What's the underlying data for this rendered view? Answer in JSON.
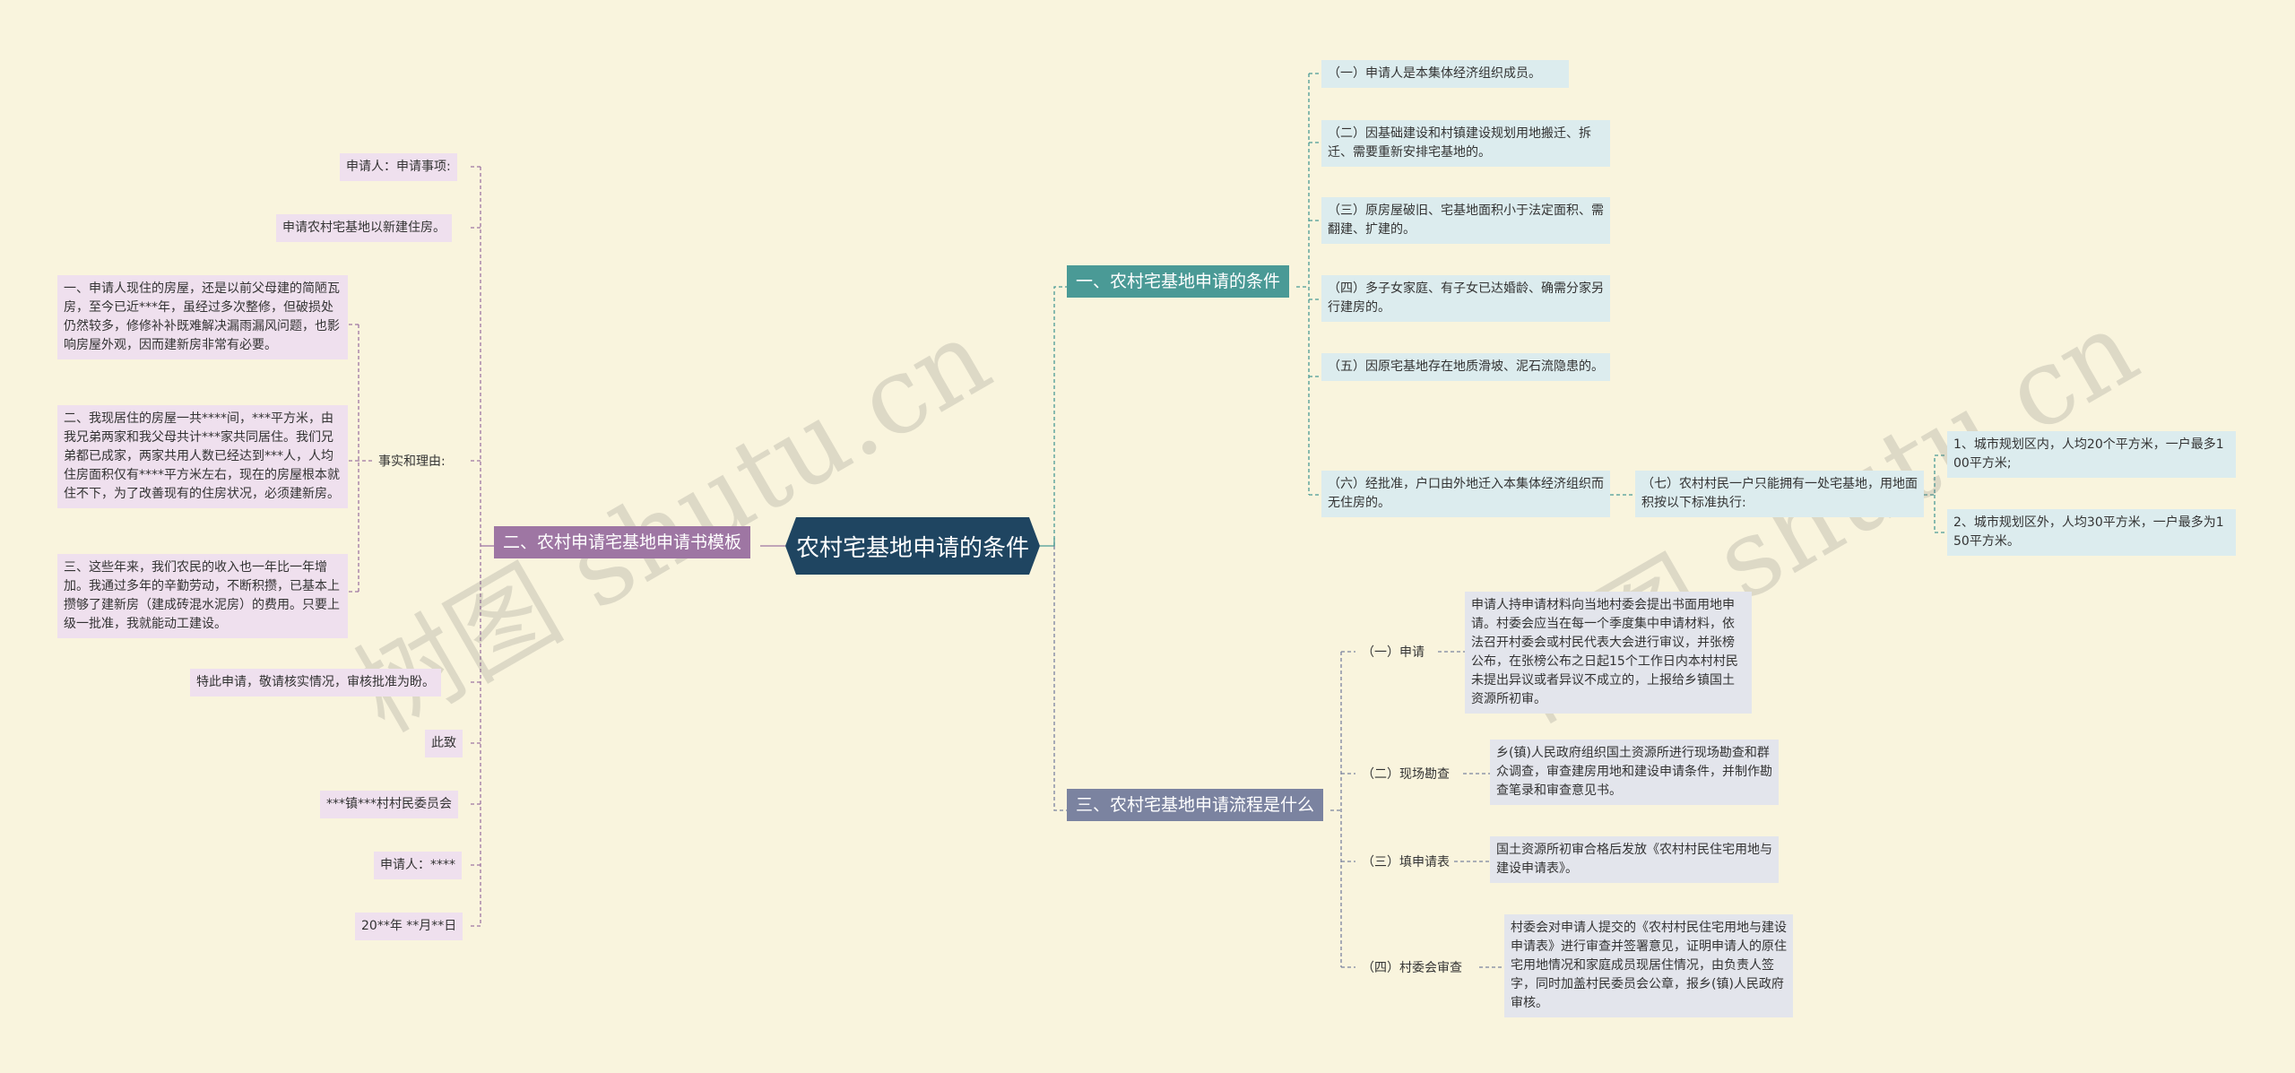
{
  "root": {
    "title": "农村宅基地申请的条件"
  },
  "branches": {
    "template": {
      "label": "二、农村申请宅基地申请书模板",
      "color": "#9e76a3",
      "items": [
        "申请人：申请事项:",
        "申请农村宅基地以新建住房。",
        "事实和理由:",
        "特此申请，敬请核实情况，审核批准为盼。",
        "此致",
        "***镇***村村民委员会",
        "申请人：****",
        "20**年 **月**日"
      ],
      "facts": [
        "一、申请人现住的房屋，还是以前父母建的简陋瓦房，至今已近***年，虽经过多次整修，但破损处仍然较多，修修补补既难解决漏雨漏风问题，也影响房屋外观，因而建新房非常有必要。",
        "二、我现居住的房屋一共****间，***平方米，由我兄弟两家和我父母共计***家共同居住。我们兄弟都已成家，两家共用人数已经达到***人，人均住房面积仅有****平方米左右，现在的房屋根本就住不下，为了改善现有的住房状况，必须建新房。",
        "三、这些年来，我们农民的收入也一年比一年增加。我通过多年的辛勤劳动，不断积攒，已基本上攒够了建新房（建成砖混水泥房）的费用。只要上级一批准，我就能动工建设。"
      ]
    },
    "conditions": {
      "label": "一、农村宅基地申请的条件",
      "color": "#4a9a96",
      "items": [
        "（一）申请人是本集体经济组织成员。",
        "（二）因基础建设和村镇建设规划用地搬迁、拆迁、需要重新安排宅基地的。",
        "（三）原房屋破旧、宅基地面积小于法定面积、需翻建、扩建的。",
        "（四）多子女家庭、有子女已达婚龄、确需分家另行建房的。",
        "（五）因原宅基地存在地质滑坡、泥石流隐患的。",
        "（六）经批准，户口由外地迁入本集体经济组织而无住房的。"
      ],
      "rule": "（七）农村村民一户只能拥有一处宅基地，用地面积按以下标准执行:",
      "standards": [
        "1、城市规划区内，人均20个平方米，一户最多100平方米;",
        "2、城市规划区外，人均30平方米，一户最多为150平方米。"
      ]
    },
    "process": {
      "label": "三、农村宅基地申请流程是什么",
      "color": "#7b83a0",
      "steps": [
        {
          "label": "（一）申请",
          "detail": "申请人持申请材料向当地村委会提出书面用地申请。村委会应当在每一个季度集中申请材料，依法召开村委会或村民代表大会进行审议，并张榜公布，在张榜公布之日起15个工作日内本村村民未提出异议或者异议不成立的，上报给乡镇国土资源所初审。"
        },
        {
          "label": "（二）现场勘查",
          "detail": "乡(镇)人民政府组织国土资源所进行现场勘查和群众调查，审查建房用地和建设申请条件，并制作勘查笔录和审查意见书。"
        },
        {
          "label": "（三）填申请表",
          "detail": "国土资源所初审合格后发放《农村村民住宅用地与建设申请表》。"
        },
        {
          "label": "（四）村委会审查",
          "detail": "村委会对申请人提交的《农村村民住宅用地与建设申请表》进行审查并签署意见，证明申请人的原住宅用地情况和家庭成员现居住情况，由负责人签字，同时加盖村民委员会公章，报乡(镇)人民政府审核。"
        }
      ]
    }
  },
  "watermarks": [
    "树图 shutu.cn",
    "树图 shutu.cn"
  ]
}
